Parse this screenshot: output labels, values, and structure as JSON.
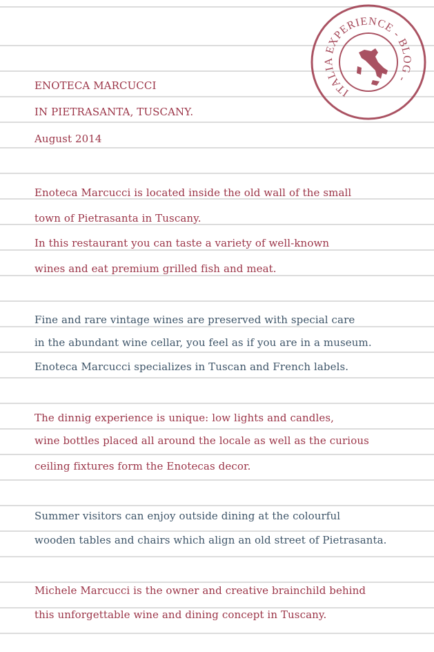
{
  "header": {
    "title": "ENOTECA MARCUCCI",
    "location": "IN PIETRASANTA, TUSCANY.",
    "date": "August 2014"
  },
  "stamp": {
    "text": "ITALIA EXPERIENCE - BLOG -",
    "icon": "italy-map-icon",
    "color": "#9b3447"
  },
  "paragraphs": [
    {
      "color": "red",
      "lines": [
        "Enoteca Marcucci is located inside the old wall of the small",
        "town of Pietrasanta in Tuscany.",
        "In this restaurant you can taste a variety of well-known",
        "wines and eat premium grilled fish and meat."
      ]
    },
    {
      "color": "blue",
      "lines": [
        "Fine and rare vintage wines are preserved with special care",
        "in the abundant wine cellar,  you feel as if you are in a museum.",
        "Enoteca Marcucci specializes in Tuscan and French labels."
      ]
    },
    {
      "color": "red",
      "lines": [
        "The dinnig experience is unique: low lights and candles,",
        "wine bottles placed all around the locale as well as the curious",
        "ceiling fixtures  form the Enotecas decor."
      ]
    },
    {
      "color": "blue",
      "lines": [
        "Summer visitors can enjoy outside dining at the colourful",
        "wooden tables and chairs which align an old street of Pietrasanta."
      ]
    },
    {
      "color": "red",
      "lines": [
        "Michele Marcucci is the owner and creative brainchild behind",
        "this unforgettable wine and dining concept in Tuscany."
      ]
    }
  ],
  "colors": {
    "red": "#9b3447",
    "blue": "#3d5468",
    "rule": "#dcdcdc"
  }
}
